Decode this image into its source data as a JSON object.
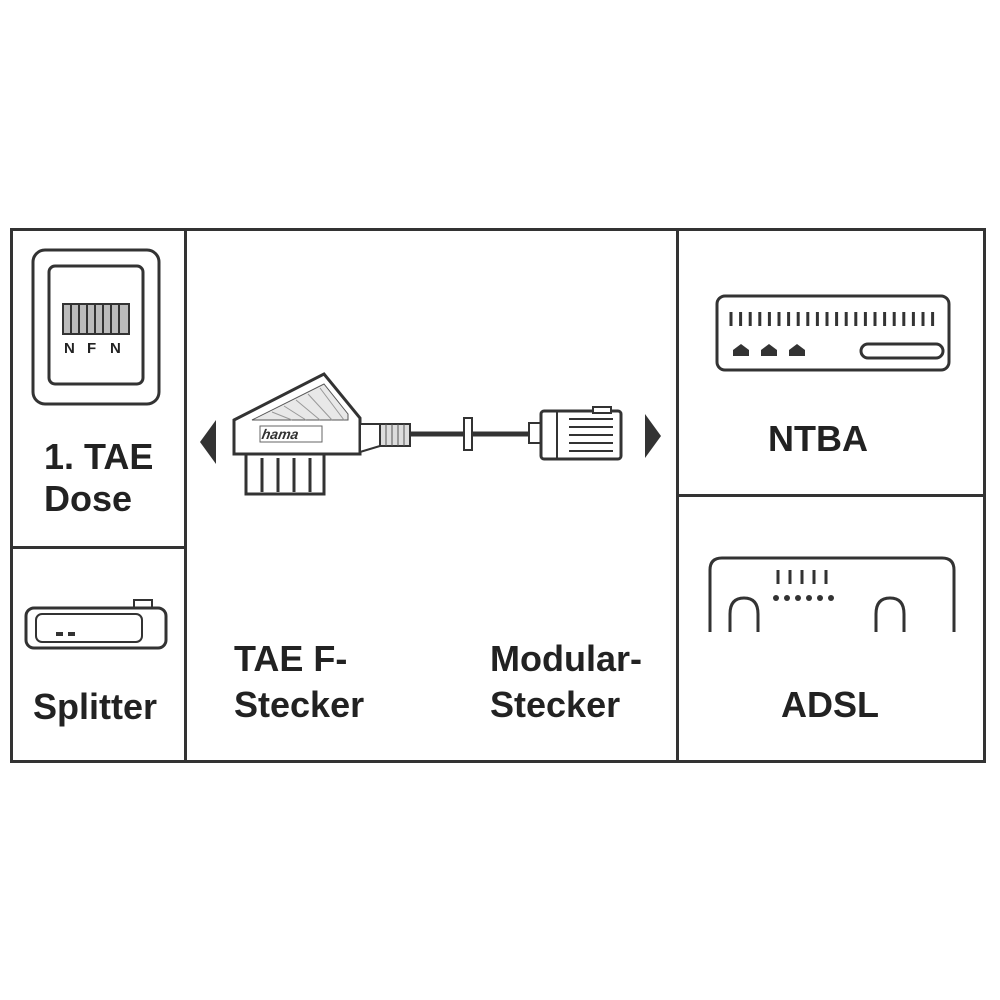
{
  "cells": {
    "tae_dose": {
      "line1": "1. TAE",
      "line2": "Dose",
      "socket_letters": [
        "N",
        "F",
        "N"
      ]
    },
    "splitter": {
      "label": "Splitter"
    },
    "cable": {
      "brand": "hama",
      "left_label_line1": "TAE F-",
      "left_label_line2": "Stecker",
      "right_label_line1": "Modular-",
      "right_label_line2": "Stecker"
    },
    "ntba": {
      "label": "NTBA"
    },
    "adsl": {
      "label": "ADSL"
    }
  },
  "colors": {
    "line": "#333333",
    "text": "#222222",
    "background": "#ffffff"
  }
}
